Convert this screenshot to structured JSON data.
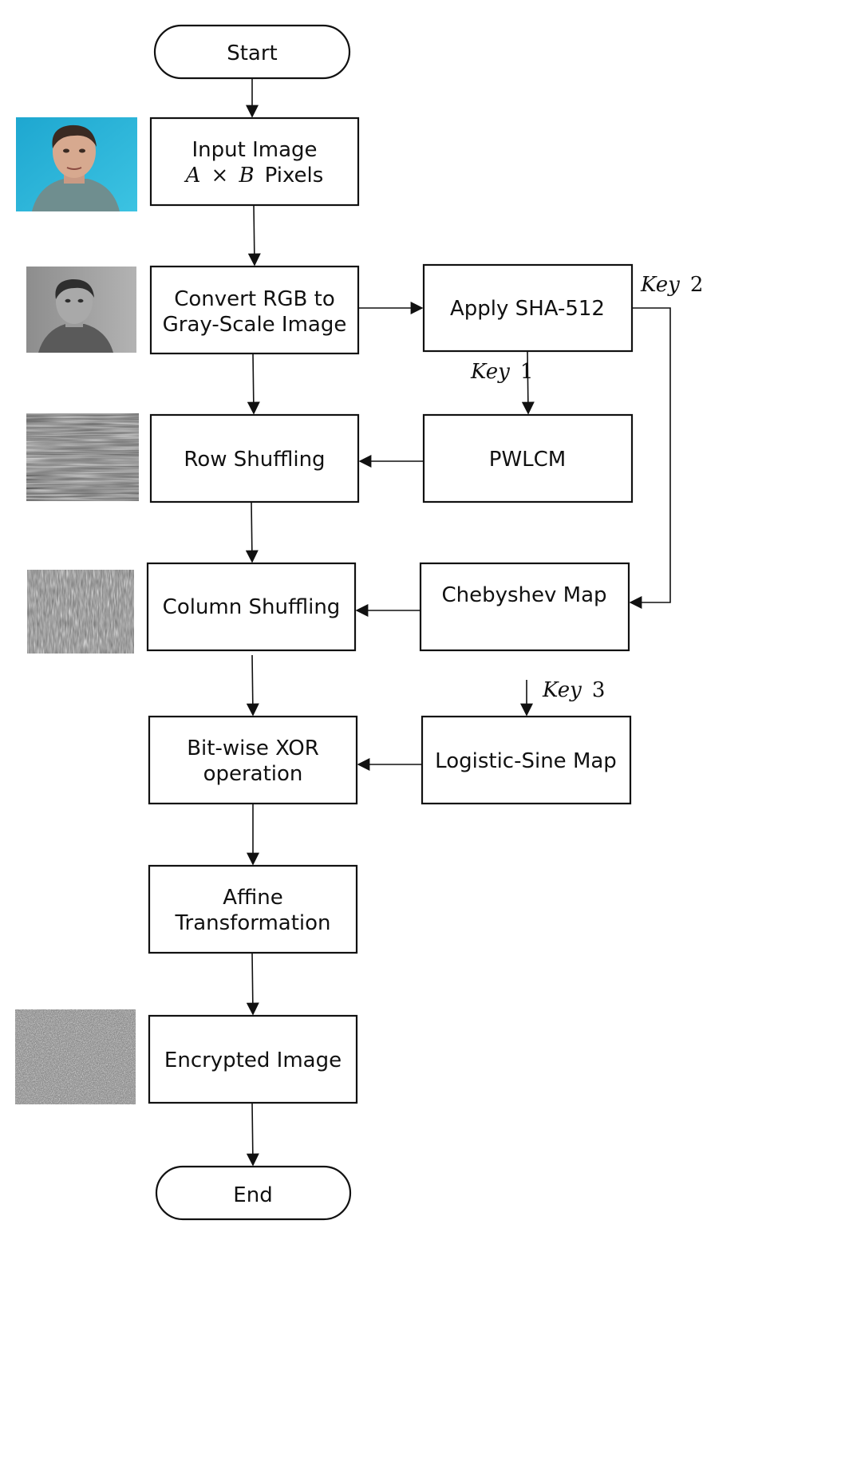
{
  "diagram": {
    "nodes": {
      "start": "Start",
      "input_image": {
        "line1": "Input Image",
        "line2_var_a": "A",
        "line2_times": "×",
        "line2_var_b": "B",
        "line2_suffix": "Pixels"
      },
      "convert": {
        "line1": "Convert RGB to",
        "line2": "Gray-Scale Image"
      },
      "sha": "Apply SHA-512",
      "row_shuffling": "Row Shuffling",
      "pwlcm": "PWLCM",
      "column_shuffling": "Column Shuffling",
      "chebyshev": "Chebyshev Map",
      "xor": {
        "line1": "Bit-wise XOR",
        "line2": "operation"
      },
      "logistic_sine": "Logistic-Sine Map",
      "affine": {
        "line1": "Affine",
        "line2": "Transformation"
      },
      "encrypted": "Encrypted Image",
      "end": "End"
    },
    "keys": {
      "key1": {
        "word": "Key",
        "num": "1"
      },
      "key2": {
        "word": "Key",
        "num": "2"
      },
      "key3": {
        "word": "Key",
        "num": "3"
      }
    },
    "colors": {
      "stroke": "#111111",
      "photo_background": "#27b3d8",
      "grayscale_background": "#9a9a9a"
    },
    "thumbnails": [
      "color-face-photo",
      "grayscale-face-photo",
      "row-shuffled-image",
      "column-shuffled-image",
      "encrypted-noise-image"
    ]
  }
}
